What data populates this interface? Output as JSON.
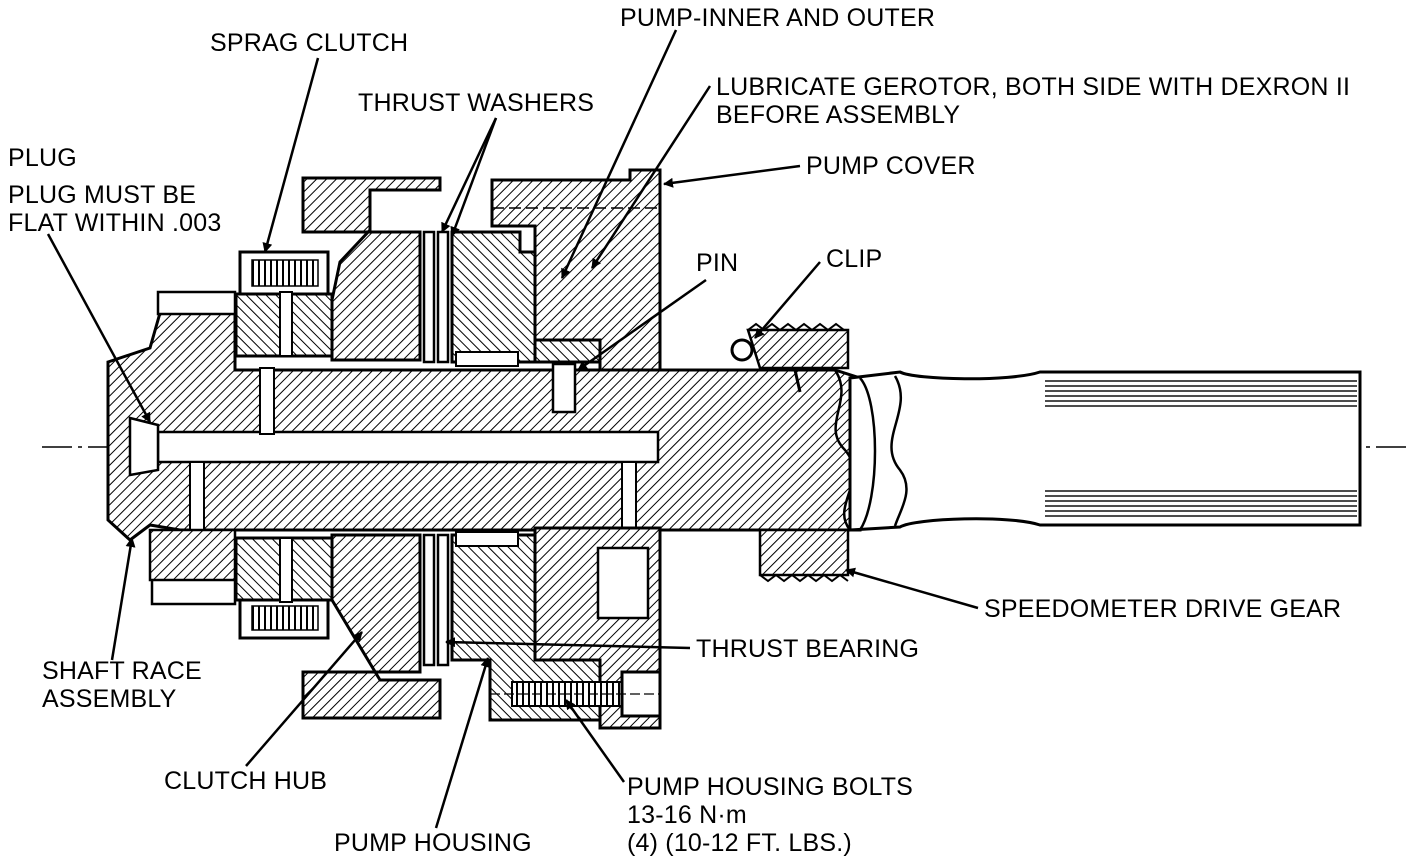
{
  "labels": {
    "sprag_clutch": "SPRAG CLUTCH",
    "pump_inner_outer": "PUMP-INNER AND OUTER",
    "thrust_washers": "THRUST WASHERS",
    "lubricate_line1": "LUBRICATE GEROTOR, BOTH SIDE WITH DEXRON II",
    "lubricate_line2": "BEFORE ASSEMBLY",
    "plug": "PLUG",
    "plug_flat_line1": "PLUG MUST BE",
    "plug_flat_line2": "FLAT  WITHIN .003",
    "pump_cover": "PUMP COVER",
    "pin": "PIN",
    "clip": "CLIP",
    "speedometer_drive_gear": "SPEEDOMETER DRIVE GEAR",
    "thrust_bearing": "THRUST BEARING",
    "shaft_race_line1": "SHAFT RACE",
    "shaft_race_line2": "ASSEMBLY",
    "clutch_hub": "CLUTCH HUB",
    "pump_housing_bolts_line1": "PUMP HOUSING BOLTS",
    "pump_housing_bolts_line2": "13-16 N·m",
    "pump_housing_bolts_line3": "(4) (10-12 FT. LBS.)",
    "pump_housing": "PUMP HOUSING"
  },
  "colors": {
    "ink": "#000000",
    "paper": "#ffffff"
  }
}
